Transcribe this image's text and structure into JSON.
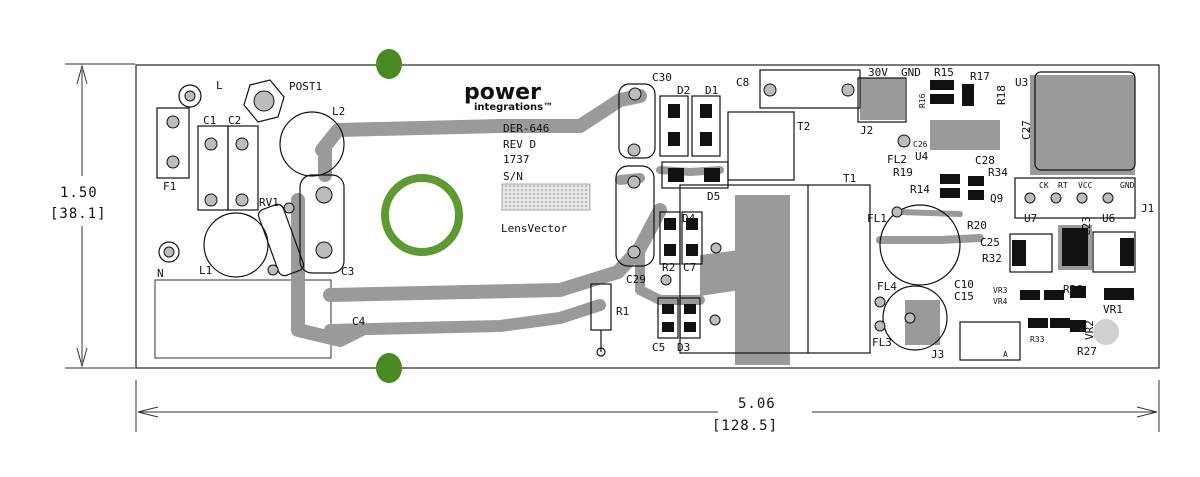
{
  "dimensions": {
    "height_in": "1.50",
    "height_mm": "[38.1]",
    "width_in": "5.06",
    "width_mm": "[128.5]"
  },
  "board": {
    "logo_word": "power",
    "logo_sub": "integrations™",
    "board_id": "DER-646",
    "revision": "REV D",
    "date_code": "1737",
    "serial_label": "S/N",
    "partner": "LensVector",
    "voltage_label": "30V",
    "ground_label": "GND"
  },
  "designators": {
    "L": "L",
    "POST1": "POST1",
    "L2": "L2",
    "C1": "C1",
    "C2": "C2",
    "F1": "F1",
    "RV1": "RV1",
    "L1": "L1",
    "N": "N",
    "C3": "C3",
    "C4": "C4",
    "C30": "C30",
    "D2": "D2",
    "D1": "D1",
    "C8": "C8",
    "T2": "T2",
    "D5": "D5",
    "D4": "D4",
    "R2": "R2",
    "C7": "C7",
    "C29": "C29",
    "R1": "R1",
    "C5": "C5",
    "D3": "D3",
    "T1": "T1",
    "J2": "J2",
    "FL1": "FL1",
    "FL2": "FL2",
    "FL3": "FL3",
    "FL4": "FL4",
    "J3": "J3",
    "R15": "R15",
    "R17": "R17",
    "R18": "R18",
    "R16": "R16",
    "C26": "C26",
    "U4": "U4",
    "C27": "C27",
    "C28": "C28",
    "R19": "R19",
    "R14": "R14",
    "R34": "R34",
    "Q9": "Q9",
    "R20": "R20",
    "U3": "U3",
    "J1": "J1",
    "U7": "U7",
    "U6": "U6",
    "C25": "C25",
    "C23": "C23",
    "R32": "R32",
    "C10": "C10",
    "C15": "C15",
    "VR3": "VR3",
    "VR4": "VR4",
    "R26": "R26",
    "VR1": "VR1",
    "VR2": "VR2",
    "R33": "R33",
    "R27": "R27",
    "A": "A"
  },
  "header_pins": [
    "CK",
    "RT",
    "VCC",
    "GND"
  ],
  "colors": {
    "outline": "#111111",
    "copper": "#9a9a9a",
    "copper_light": "#b3b3b3",
    "mounting_hole": "#4a8a22",
    "ring": "#5d9a2f"
  }
}
